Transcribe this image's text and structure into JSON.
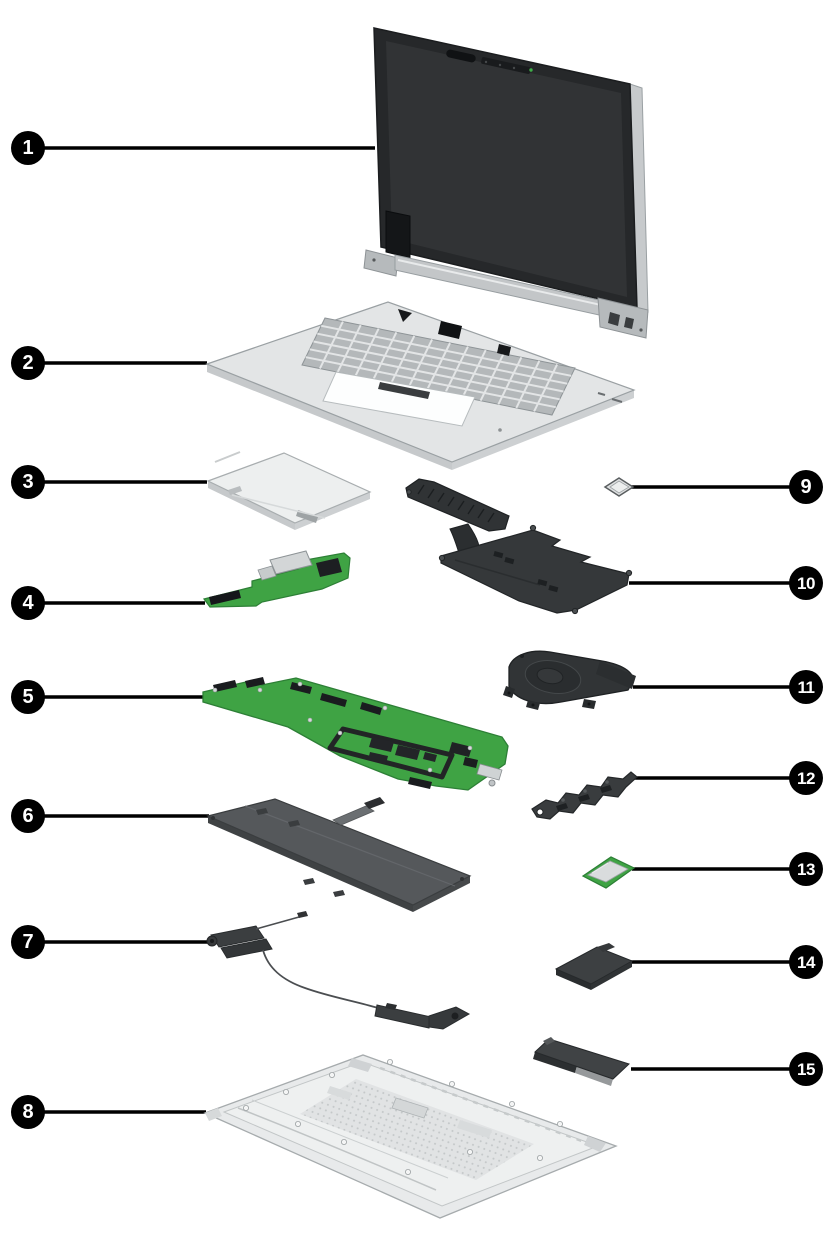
{
  "figure": {
    "type": "exploded-parts-diagram",
    "visible_text_items": [
      "1",
      "2",
      "3",
      "4",
      "5",
      "6",
      "7",
      "8",
      "9",
      "10",
      "11",
      "12",
      "13",
      "14",
      "15"
    ]
  },
  "callouts": [
    {
      "number": "1"
    },
    {
      "number": "2"
    },
    {
      "number": "3"
    },
    {
      "number": "4"
    },
    {
      "number": "5"
    },
    {
      "number": "6"
    },
    {
      "number": "7"
    },
    {
      "number": "8"
    },
    {
      "number": "9"
    },
    {
      "number": "10"
    },
    {
      "number": "11"
    },
    {
      "number": "12"
    },
    {
      "number": "13"
    },
    {
      "number": "14"
    },
    {
      "number": "15"
    }
  ],
  "colors": {
    "background": "#ffffff",
    "callout_bg": "#000000",
    "callout_number": "#ffffff",
    "leader_line": "#000000",
    "pcb_green": "#3fa344",
    "metal_silver": "#e3e5e6",
    "display_panel_dark": "#2b2d2f",
    "dark_part": "#333538",
    "battery_gray": "#55585b",
    "bottom_cover_gray": "#e8eaeb"
  }
}
